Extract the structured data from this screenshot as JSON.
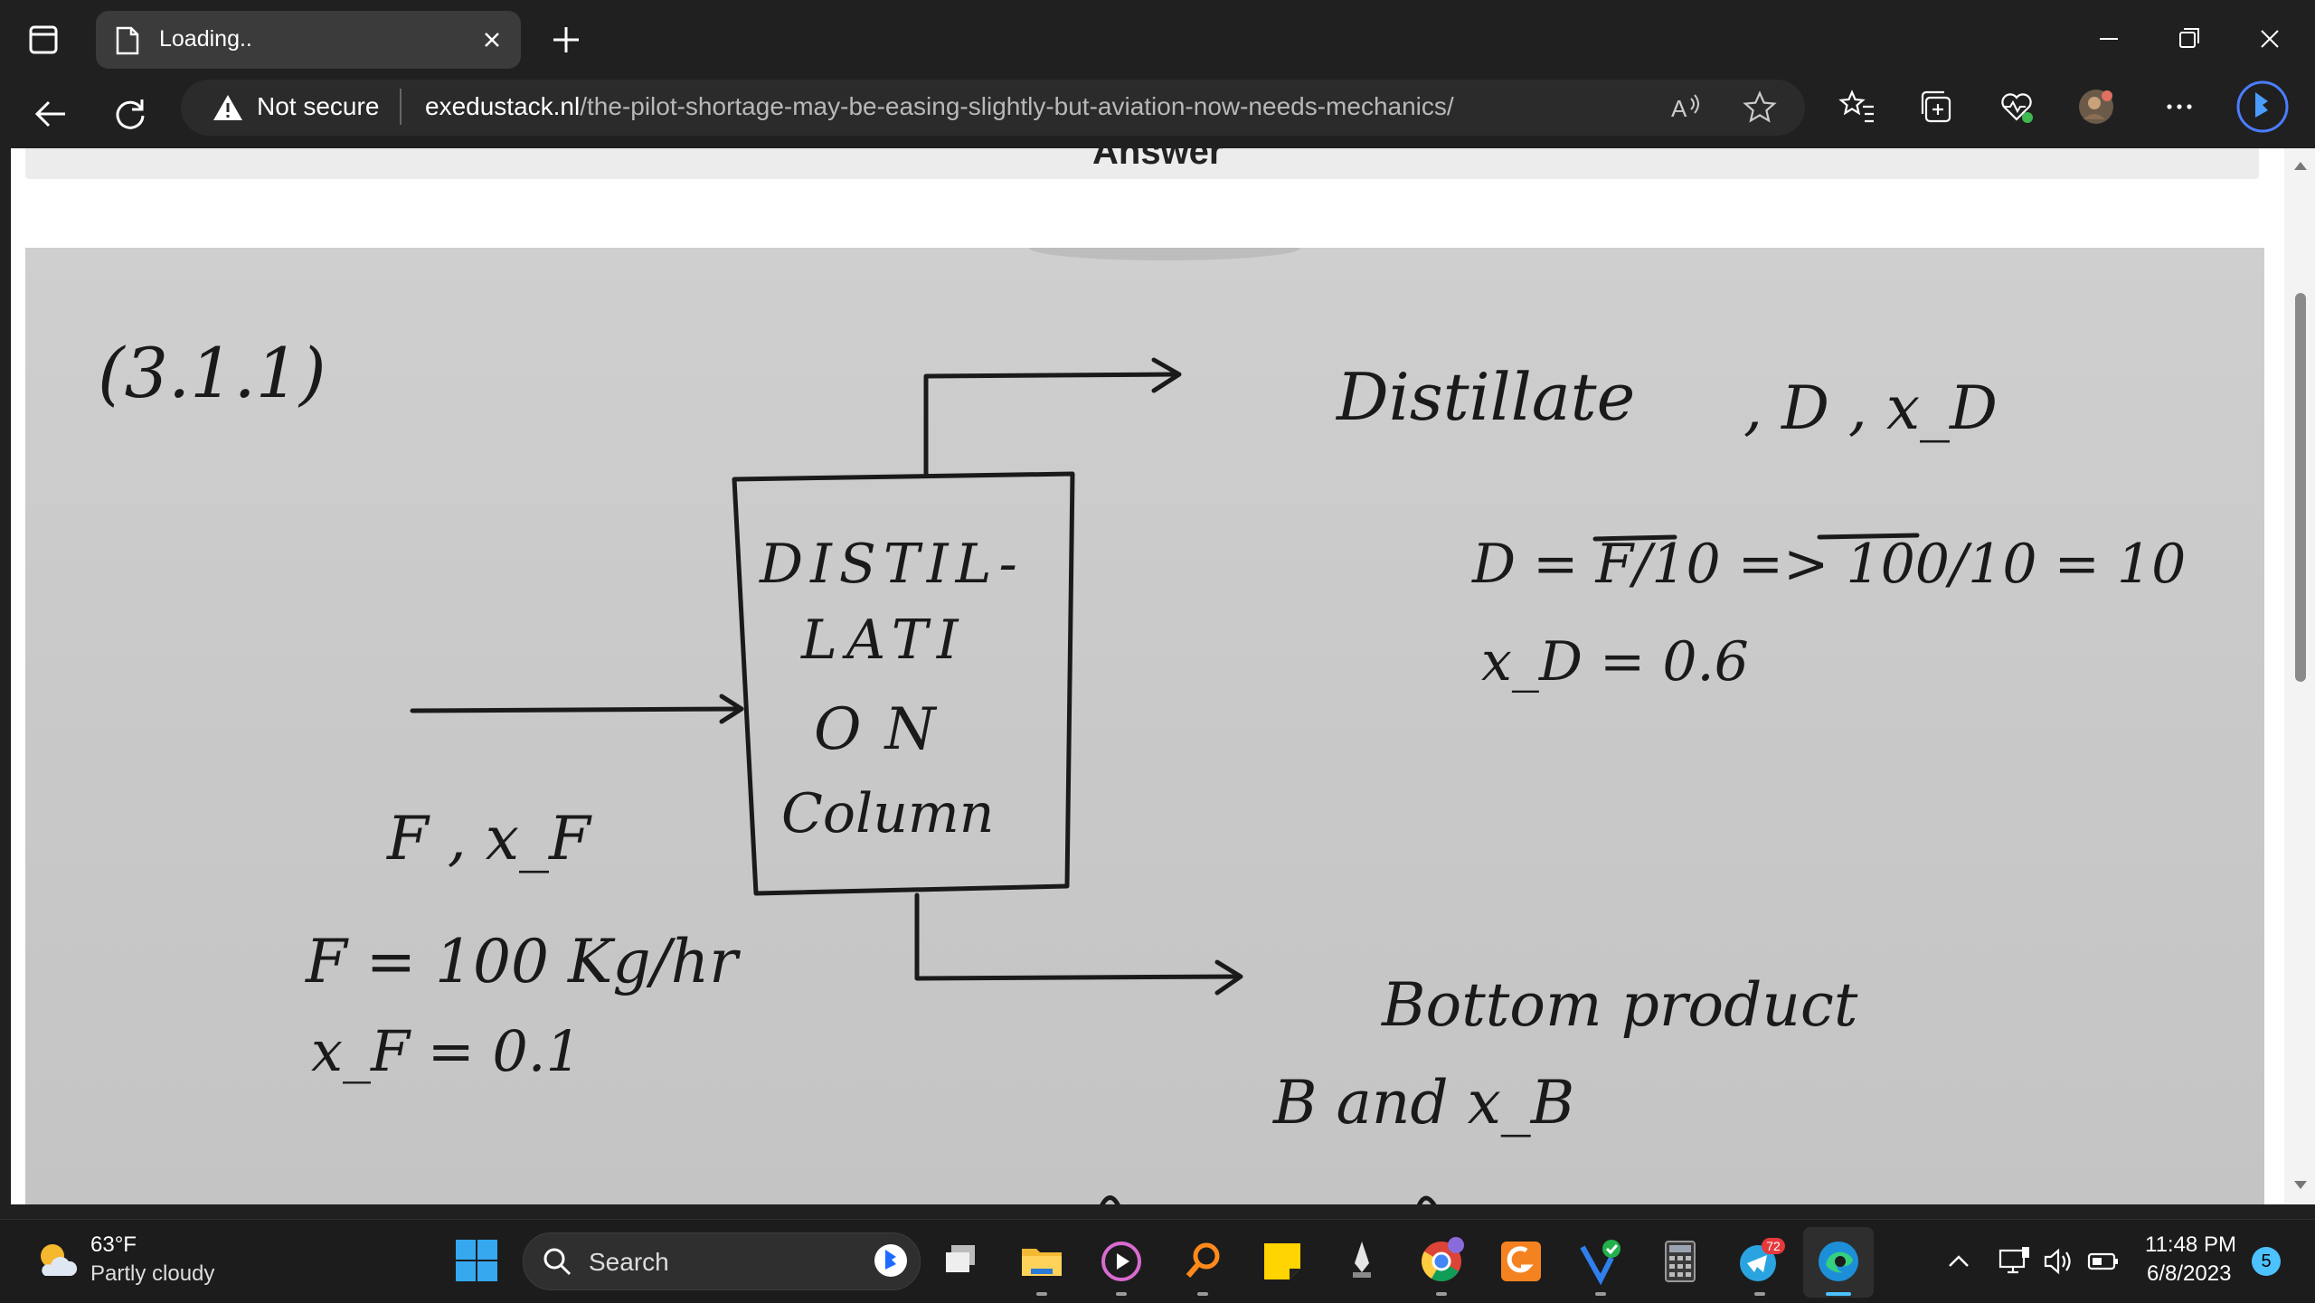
{
  "browser": {
    "tab_title": "Loading..",
    "security_label": "Not secure",
    "url_host": "exedustack.nl",
    "url_path": "/the-pilot-shortage-may-be-easing-slightly-but-aviation-now-needs-mechanics/"
  },
  "page": {
    "partial_heading": "Answer",
    "handwritten": {
      "problem_number": "(3.1.1)",
      "column_label_1": "DISTIL-",
      "column_label_2": "LATI",
      "column_label_3": "ON",
      "column_label_4": "Column",
      "distillate_label": "Distillate",
      "distillate_vars": ", D , x_D",
      "eq_D": "D = F/10 => 100/10 = 10",
      "eq_xD": "x_D = 0.6",
      "feed_vars": "F , x_F",
      "feed_rate": "F = 100 Kg/hr",
      "feed_comp": "x_F = 0.1",
      "bottom_label": "Bottom product",
      "bottom_vars": "B and x_B"
    }
  },
  "taskbar": {
    "weather_temp": "63°F",
    "weather_desc": "Partly cloudy",
    "search_placeholder": "Search",
    "telegram_badge": "72",
    "clock_time": "11:48 PM",
    "clock_date": "6/8/2023",
    "notification_count": "5"
  },
  "icons": {
    "tab_actions": "tab-actions-icon",
    "favicon": "page-icon",
    "close": "close-icon",
    "new_tab": "plus-icon",
    "back": "back-arrow-icon",
    "refresh": "refresh-icon",
    "warning": "warning-icon",
    "read_aloud": "read-aloud-icon",
    "favorite": "star-icon",
    "favorites": "favorites-icon",
    "collections": "collections-icon",
    "health": "browser-essentials-icon",
    "profile": "profile-avatar-icon",
    "more": "more-icon",
    "copilot": "bing-chat-icon"
  },
  "colors": {
    "accent": "#4cc2ff",
    "ink": "#1a1a1a",
    "paper": "#cbcbcb"
  }
}
